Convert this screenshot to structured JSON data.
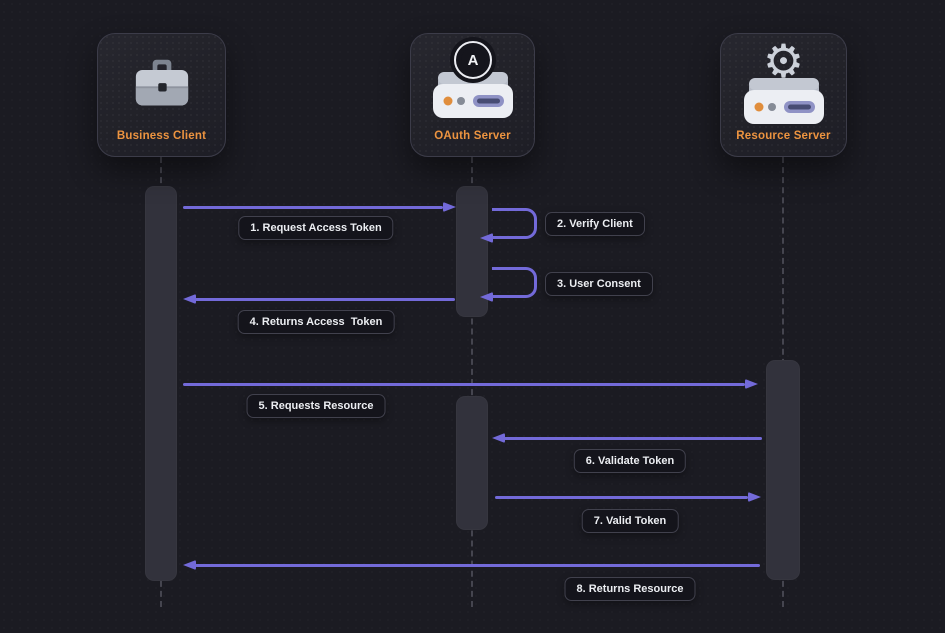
{
  "colors": {
    "background": "#1b1b22",
    "arrow": "#736ad9",
    "actor_label": "#ed9440",
    "message_label_bg": "#14141b",
    "message_label_border": "#41414d"
  },
  "icons": {
    "business_client": "briefcase-icon",
    "oauth_server": "server-icon",
    "oauth_badge": "oauth-badge-icon",
    "oauth_badge_letter": "A",
    "resource_server": "server-icon",
    "gear": "gear-icon",
    "gear_glyph": "⚙"
  },
  "actors": [
    {
      "id": "business-client",
      "label": "Business Client"
    },
    {
      "id": "oauth-server",
      "label": "OAuth Server"
    },
    {
      "id": "resource-server",
      "label": "Resource Server"
    }
  ],
  "messages": [
    {
      "num": 1,
      "label": "1. Request Access Token",
      "from": "business-client",
      "to": "oauth-server",
      "direction": "right"
    },
    {
      "num": 2,
      "label": "2. Verify Client",
      "from": "oauth-server",
      "to": "oauth-server",
      "direction": "self"
    },
    {
      "num": 3,
      "label": "3. User Consent",
      "from": "oauth-server",
      "to": "oauth-server",
      "direction": "self"
    },
    {
      "num": 4,
      "label": "4. Returns Access  Token",
      "from": "oauth-server",
      "to": "business-client",
      "direction": "left"
    },
    {
      "num": 5,
      "label": "5. Requests Resource",
      "from": "business-client",
      "to": "resource-server",
      "direction": "right"
    },
    {
      "num": 6,
      "label": "6. Validate Token",
      "from": "resource-server",
      "to": "oauth-server",
      "direction": "left"
    },
    {
      "num": 7,
      "label": "7. Valid Token",
      "from": "oauth-server",
      "to": "resource-server",
      "direction": "right"
    },
    {
      "num": 8,
      "label": "8. Returns Resource",
      "from": "resource-server",
      "to": "business-client",
      "direction": "left"
    }
  ]
}
